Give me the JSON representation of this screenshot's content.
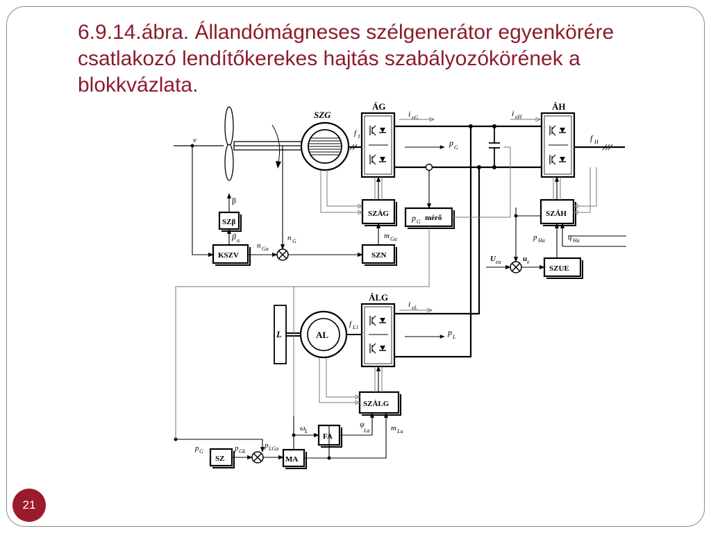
{
  "slide": {
    "title": "6.9.14.ábra. Állandómágneses szélgenerátor egyenkörére csatlakozó lendítőkerekes hajtás szabályozókörének a blokkvázlata.",
    "page_number": "21"
  },
  "diagram": {
    "blocks": {
      "ag": "ÁG",
      "ah": "ÁH",
      "alg": "ÁLG",
      "szag": "SZÁG",
      "szah": "SZÁH",
      "szn": "SZN",
      "kszv": "KSZV",
      "szbeta": "SZβ",
      "szue": "SZUE",
      "szalg": "SZÁLG",
      "fa": "FA",
      "ma": "MA",
      "sz": "SZ",
      "al": "AL",
      "l": "L",
      "szg": "SZG",
      "pg_mero": "p",
      "pg_mero_sub": "G",
      "pg_mero_word": "mérő"
    },
    "signals": {
      "v": "v",
      "beta": "β",
      "beta_a": "β",
      "beta_a_sub": "a",
      "n_g": "n",
      "n_g_sub": "G",
      "n_ga": "n",
      "n_ga_sub": "Ga",
      "m_ga": "m",
      "m_ga_sub": "Ga",
      "f1": "f",
      "f1_sub": "1",
      "i_eg": "i",
      "i_eg_sub": "eG",
      "p_g": "p",
      "p_g_sub": "G",
      "i_eh": "i",
      "i_eh_sub": "eH",
      "f_h": "f",
      "f_h_sub": "H",
      "p_ha": "p",
      "p_ha_sub": "Ha",
      "q_ha": "q",
      "q_ha_sub": "Ha",
      "u_ea": "U",
      "u_ea_sub": "ea",
      "u_e": "u",
      "u_e_sub": "e",
      "i_el": "i",
      "i_el_sub": "eL",
      "f_l1": "f",
      "f_l1_sub": "L1",
      "p_l": "p",
      "p_l_sub": "L",
      "omega_l": "ω",
      "omega_l_sub": "L",
      "psi_la": "ψ",
      "psi_la_sub": "La",
      "m_la": "m",
      "m_la_sub": "La",
      "p_g2": "p",
      "p_g2_sub": "G",
      "p_gk": "p",
      "p_gk_sub": "Gk",
      "p_lga": "p",
      "p_lga_sub": "LGa"
    }
  }
}
